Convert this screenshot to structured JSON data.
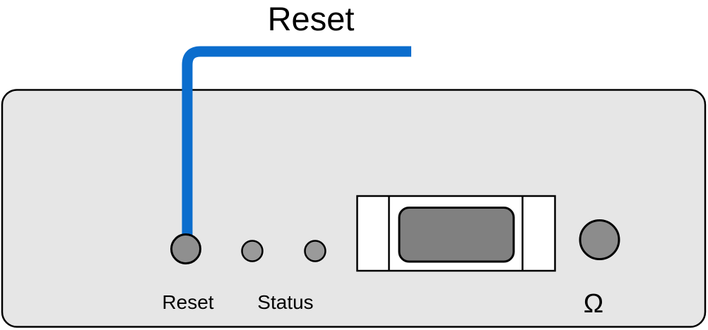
{
  "annotation": {
    "label": "Reset",
    "color": "#0b6dcd"
  },
  "panel": {
    "fill": "#e6e6e6",
    "stroke": "#000000"
  },
  "controls": {
    "reset_button": {
      "label": "Reset",
      "fill": "#8f8f8f"
    },
    "status_leds": {
      "label": "Status",
      "fill": "#9a9a9a"
    },
    "card_slot": {
      "outer_fill": "#ffffff",
      "inner_fill": "#808080"
    },
    "impedance_button": {
      "label": "Ω",
      "fill": "#8c8c8c"
    }
  }
}
